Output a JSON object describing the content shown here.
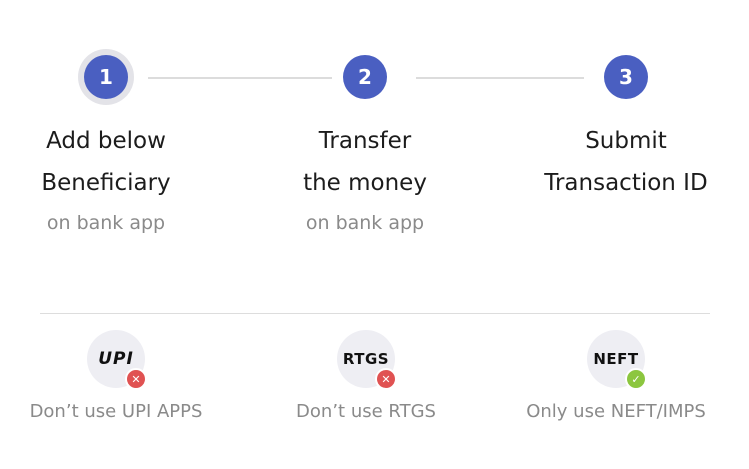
{
  "steps": [
    {
      "number": "1",
      "title_line1": "Add below",
      "title_line2": "Beneficiary",
      "subtitle": "on bank app"
    },
    {
      "number": "2",
      "title_line1": "Transfer",
      "title_line2": "the money",
      "subtitle": "on bank app"
    },
    {
      "number": "3",
      "title_line1": "Submit",
      "title_line2": "Transaction ID",
      "subtitle": ""
    }
  ],
  "methods": [
    {
      "logo": "UPI",
      "status_icon": "x-icon",
      "status_glyph": "✕",
      "status_color": "#e05252",
      "caption": "Don’t use UPI APPS"
    },
    {
      "logo": "RTGS",
      "status_icon": "x-icon",
      "status_glyph": "✕",
      "status_color": "#e05252",
      "caption": "Don’t use RTGS"
    },
    {
      "logo": "NEFT",
      "status_icon": "check-icon",
      "status_glyph": "✓",
      "status_color": "#8cc63f",
      "caption": "Only use NEFT/IMPS"
    }
  ],
  "colors": {
    "accent": "#4a5fc1",
    "connector": "#dcdcdc",
    "muted_text": "#8a8a8a"
  }
}
